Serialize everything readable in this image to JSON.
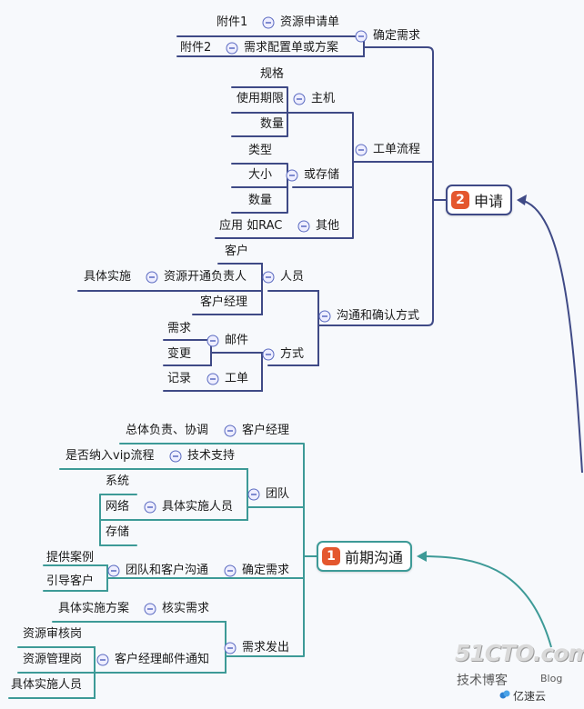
{
  "topics": {
    "apply": {
      "number": "2",
      "label": "申请"
    },
    "pre": {
      "number": "1",
      "label": "前期沟通"
    }
  },
  "apply_branch": {
    "confirm_req": "确定需求",
    "res_form": "资源申请单",
    "attach1": "附件1",
    "req_config": "需求配置单或方案",
    "attach2": "附件2",
    "workorder_flow": "工单流程",
    "host": "主机",
    "spec": "规格",
    "period": "使用期限",
    "qty1": "数量",
    "storage": "或存储",
    "type": "类型",
    "size": "大小",
    "qty2": "数量",
    "other": "其他",
    "rac": "应用 如RAC",
    "comm_confirm": "沟通和确认方式",
    "staff": "人员",
    "customer": "客户",
    "res_owner": "资源开通负责人",
    "impl1": "具体实施",
    "acct_mgr": "客户经理",
    "method": "方式",
    "mail": "邮件",
    "need": "需求",
    "change": "变更",
    "workorder": "工单",
    "record": "记录"
  },
  "pre_branch": {
    "cust_mgr_top": "客户经理",
    "overall": "总体负责、协调",
    "team": "团队",
    "tech": "技术支持",
    "vip": "是否纳入vip流程",
    "impl_staff": "具体实施人员",
    "sys": "系统",
    "net": "网络",
    "store": "存储",
    "confirm_req2": "确定需求",
    "team_comm": "团队和客户沟通",
    "case": "提供案例",
    "guide": "引导客户",
    "req_send": "需求发出",
    "verify": "核实需求",
    "plan": "具体实施方案",
    "mail_notify": "客户经理邮件通知",
    "audit": "资源审核岗",
    "mgmt": "资源管理岗",
    "impl_person": "具体实施人员"
  },
  "watermark": {
    "site": "51CTO.com",
    "sub": "技术博客",
    "blog": "Blog",
    "brand": "亿速云"
  },
  "colors": {
    "navy": "#3f4a86",
    "teal": "#3d9a97",
    "badge": "#e4572e",
    "collapse": "#5a6ac0"
  }
}
